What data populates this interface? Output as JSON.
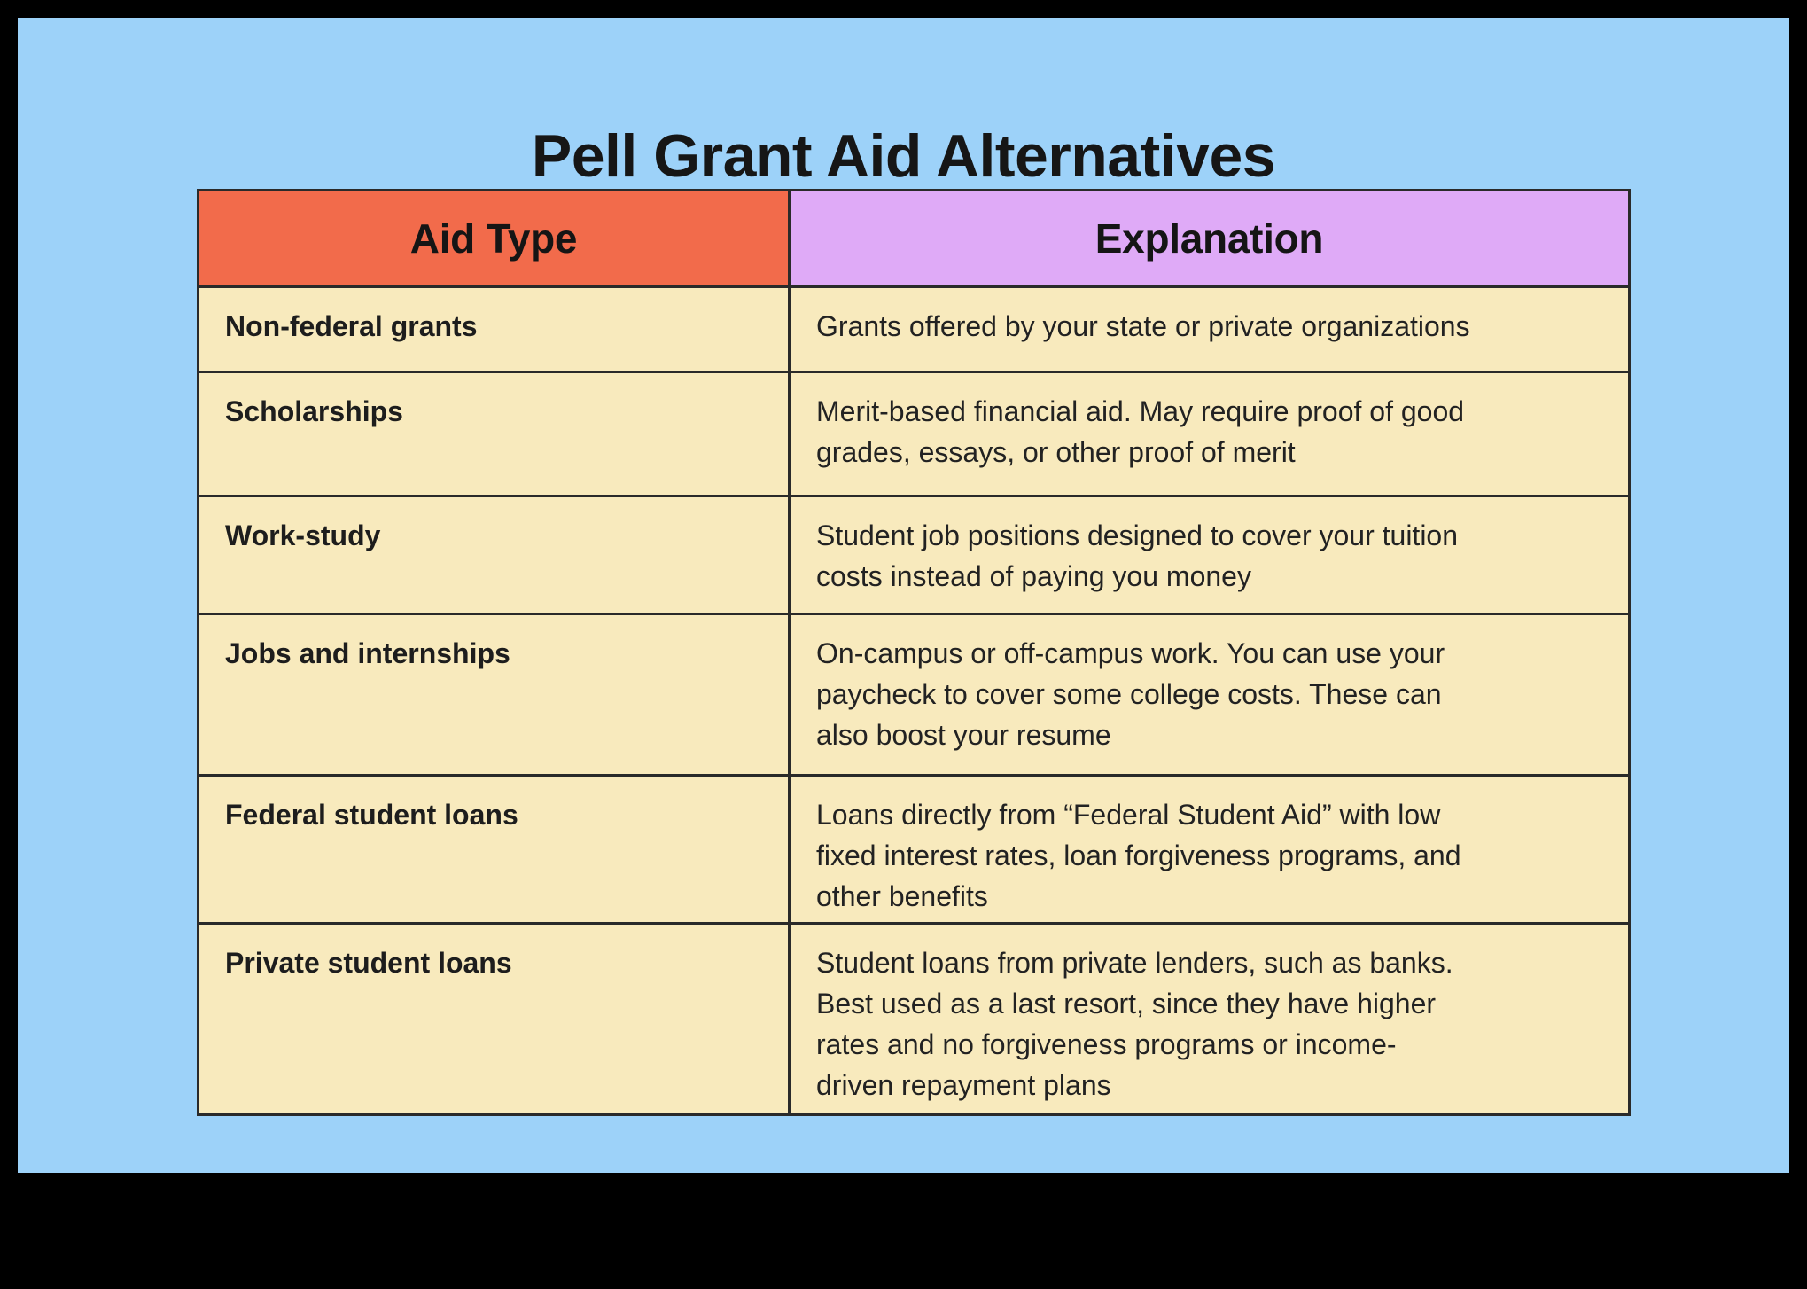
{
  "title": "Pell Grant Aid Alternatives",
  "colors": {
    "background": "#9DD2F9",
    "header_aid_type": "#F26B4B",
    "header_explanation": "#DFAAF7",
    "cell_background": "#F8EABD",
    "border": "#2a2a2a",
    "letterbox": "#000000"
  },
  "table": {
    "headers": {
      "aid_type": "Aid Type",
      "explanation": "Explanation"
    },
    "rows": [
      {
        "aid_type": "Non-federal grants",
        "explanation": "Grants offered by your state or private organizations",
        "explanation_lines": [
          "Grants offered by your state or private organizations"
        ]
      },
      {
        "aid_type": "Scholarships",
        "explanation": "Merit-based financial aid. May require proof of good grades, essays, or other proof of merit",
        "explanation_lines": [
          "Merit-based financial aid. May require proof of good",
          "grades, essays, or other proof of merit"
        ]
      },
      {
        "aid_type": "Work-study",
        "explanation": "Student job positions designed to cover your tuition costs instead of paying you money",
        "explanation_lines": [
          "Student job positions designed to cover your tuition",
          "costs instead of paying you money"
        ]
      },
      {
        "aid_type": "Jobs and internships",
        "explanation": "On-campus or off-campus work. You can use your paycheck to cover some college costs. These can also boost your resume",
        "explanation_lines": [
          "On-campus or off-campus work. You can use your",
          "paycheck to cover some college costs. These can",
          "also boost your resume"
        ]
      },
      {
        "aid_type": "Federal student loans",
        "explanation": "Loans directly from “Federal Student Aid” with low fixed interest rates, loan forgiveness programs, and other benefits",
        "explanation_lines": [
          "Loans directly from “Federal Student Aid” with low",
          "fixed interest rates, loan forgiveness programs, and",
          "other benefits"
        ]
      },
      {
        "aid_type": "Private student loans",
        "explanation": "Student loans from private lenders, such as banks. Best used as a last resort, since they have higher rates and no forgiveness programs or income-driven repayment plans",
        "explanation_lines": [
          "Student loans from private lenders, such as banks.",
          "Best used as a last resort, since they have higher",
          "rates and no forgiveness programs or income-",
          "driven repayment plans"
        ]
      }
    ]
  }
}
